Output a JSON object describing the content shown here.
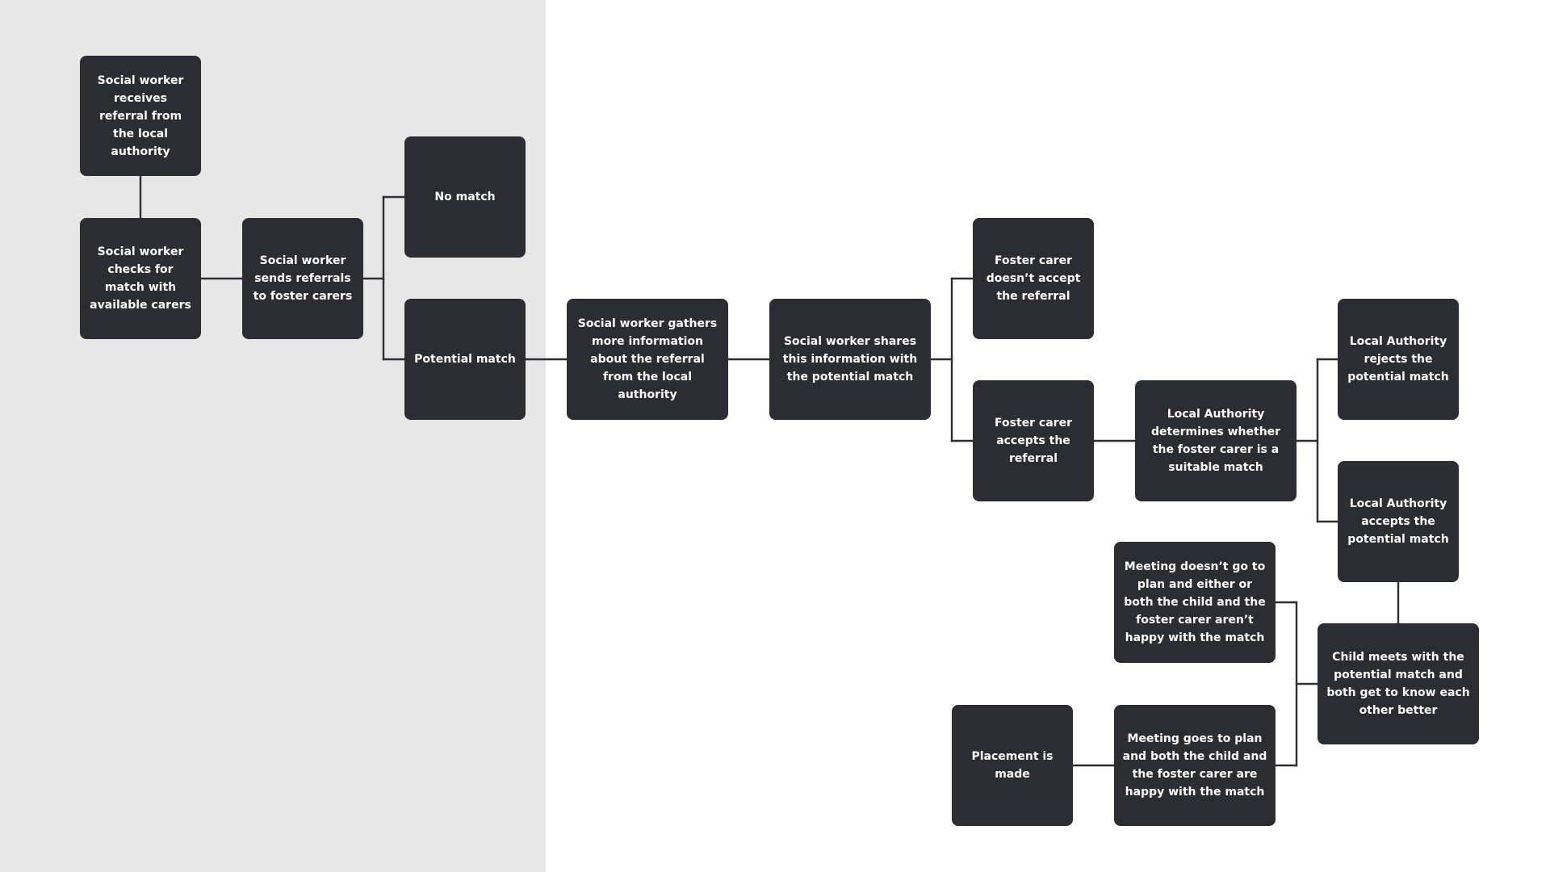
{
  "colors": {
    "node_bg": "#2b2d32",
    "node_text": "#ffffff",
    "connector": "#2b2e33",
    "left_panel_bg": "#e7e7e7",
    "page_bg": "#ffffff"
  },
  "nodes": {
    "receives_referral": "Social worker receives referral from the local authority",
    "checks_match": "Social worker checks for match with available carers",
    "sends_referrals": "Social worker sends referrals to foster carers",
    "no_match": "No match",
    "potential_match": "Potential match",
    "gathers_info": "Social worker gathers more information about the referral from the local authority",
    "shares_info": "Social worker shares this information with the potential match",
    "carer_not_accept": "Foster carer doesn’t accept the referral",
    "carer_accepts": "Foster carer accepts the referral",
    "la_determines": "Local Authority determines whether the foster carer is a suitable match",
    "la_rejects": "Local Authority rejects the potential match",
    "la_accepts": "Local Authority accepts the potential match",
    "child_meets": "Child meets with the potential match and both get to know each other better",
    "meeting_not_plan": "Meeting doesn’t go to plan and either or both the child and the foster carer aren’t happy with the match",
    "meeting_plan": "Meeting goes to plan and both the child and the foster carer are happy with the match",
    "placement_made": "Placement is made"
  }
}
